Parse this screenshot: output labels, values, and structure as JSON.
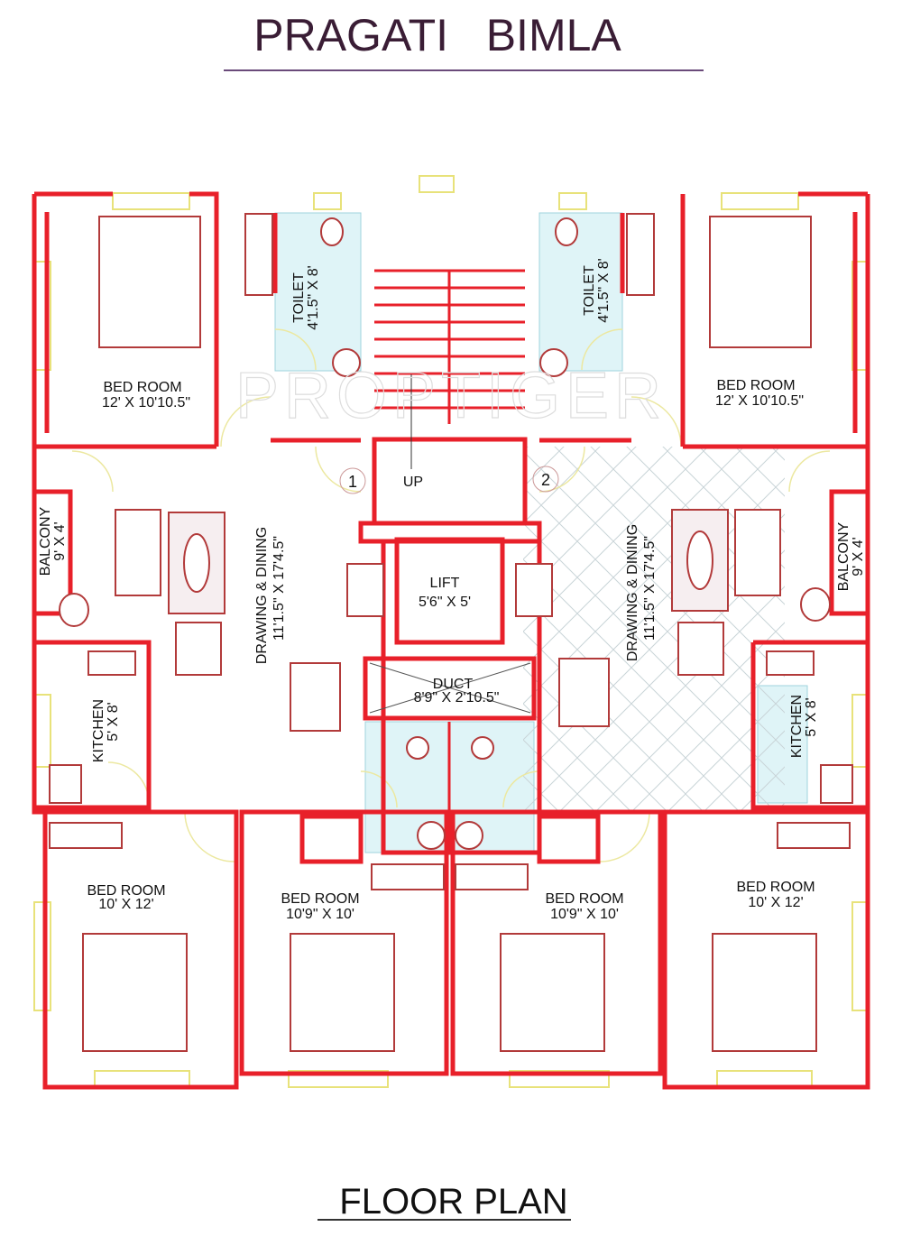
{
  "title": "PRAGATI   BIMLA",
  "footer": "FLOOR PLAN",
  "watermark": "PROPTIGER",
  "colors": {
    "walls": "#e8202a",
    "title": "#3a1d35",
    "windows": "#e8e27a",
    "toilet_tiles": "#dff4f7",
    "furniture": "#b23a3a"
  },
  "rooms": {
    "bed_tl": {
      "name": "BED ROOM",
      "size": "12' X 10'10.5\""
    },
    "bed_tr": {
      "name": "BED ROOM",
      "size": "12' X 10'10.5\""
    },
    "toilet_l": {
      "name": "TOILET",
      "size": "4'1.5\" X 8'"
    },
    "toilet_r": {
      "name": "TOILET",
      "size": "4'1.5\" X 8'"
    },
    "drawing_l": {
      "name": "DRAWING & DINING",
      "size": "11'1.5\" X 17'4.5\""
    },
    "drawing_r": {
      "name": "DRAWING & DINING",
      "size": "11'1.5\" X 17'4.5\""
    },
    "balcony_l": {
      "name": "BALCONY",
      "size": "9' X 4'"
    },
    "balcony_r": {
      "name": "BALCONY",
      "size": "9' X 4'"
    },
    "kitchen_l": {
      "name": "KITCHEN",
      "size": "5' X 8'"
    },
    "kitchen_r": {
      "name": "KITCHEN",
      "size": "5' X 8'"
    },
    "lift": {
      "name": "LIFT",
      "size": "5'6\" X 5'"
    },
    "duct": {
      "name": "DUCT",
      "size": "8'9\" X 2'10.5\""
    },
    "bed_b1": {
      "name": "BED ROOM",
      "size": "10' X 12'"
    },
    "bed_b2": {
      "name": "BED ROOM",
      "size": "10'9\" X 10'"
    },
    "bed_b3": {
      "name": "BED ROOM",
      "size": "10'9\" X 10'"
    },
    "bed_b4": {
      "name": "BED ROOM",
      "size": "10' X 12'"
    }
  },
  "stairs_label": "UP",
  "flat_numbers": [
    "1",
    "2"
  ]
}
